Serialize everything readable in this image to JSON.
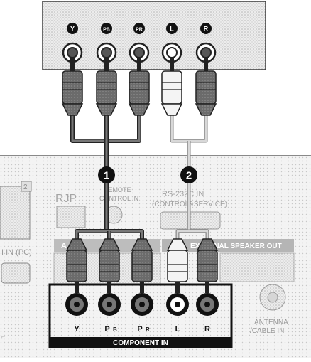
{
  "source_device": {
    "jacks": [
      {
        "label": "Y",
        "symbol": "Y",
        "plug": "dark"
      },
      {
        "label": "PB",
        "symbol": "PB",
        "plug": "dark"
      },
      {
        "label": "PR",
        "symbol": "PR",
        "plug": "dark"
      },
      {
        "label": "L",
        "symbol": "L",
        "plug": "white"
      },
      {
        "label": "R",
        "symbol": "R",
        "plug": "dark"
      }
    ]
  },
  "callouts": [
    "1",
    "2"
  ],
  "tv_panel": {
    "labels": {
      "rgb_in_num": "2",
      "rgb_in": "RJP",
      "remote": "REMOTE",
      "control_in": "CONTROL IN",
      "rs232": "RS-232C IN",
      "control_service": "(CONTROL&SERVICE)",
      "in_pc": "I IN (PC)",
      "av_prefix": "A",
      "speaker_out": "EXTERNAL SPEAKER OUT",
      "antenna": "ANTENNA",
      "cable_in": "/CABLE IN",
      "component_in": "COMPONENT IN"
    },
    "component_jacks": [
      {
        "label": "Y",
        "sub": ""
      },
      {
        "label": "P",
        "sub": "B"
      },
      {
        "label": "P",
        "sub": "R"
      },
      {
        "label": "L",
        "sub": ""
      },
      {
        "label": "R",
        "sub": ""
      }
    ]
  },
  "colors": {
    "stipple": "#c9c9c9",
    "outline": "#3a3a3a",
    "plug_dark": "#5c5c5c",
    "plug_white": "#f4f4f4",
    "component_bar": "#111111"
  }
}
